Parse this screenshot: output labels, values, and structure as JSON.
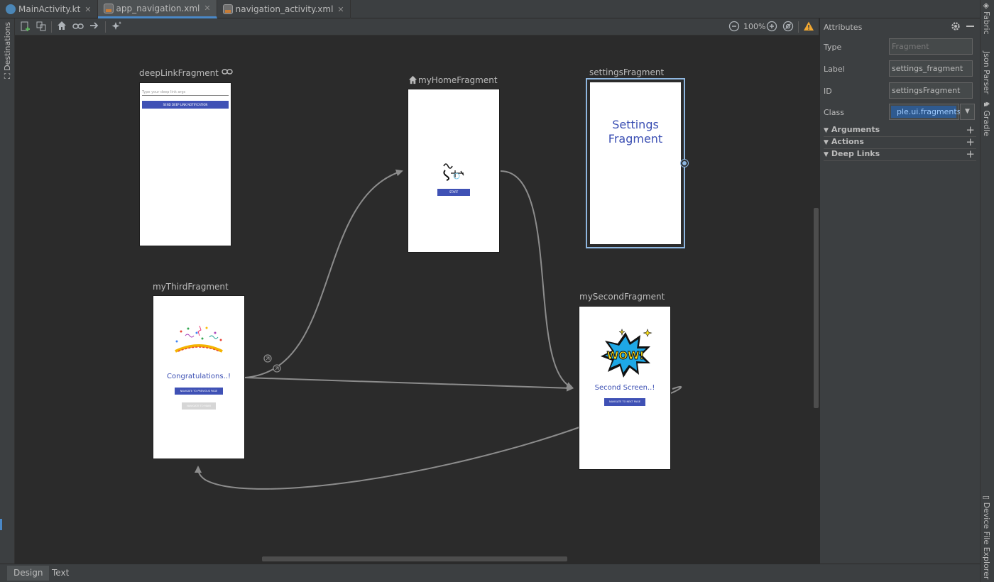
{
  "tabs": [
    {
      "label": "MainActivity.kt",
      "icon": "kotlin-file-icon"
    },
    {
      "label": "app_navigation.xml",
      "icon": "xml-file-icon",
      "active": true
    },
    {
      "label": "navigation_activity.xml",
      "icon": "xml-file-icon"
    }
  ],
  "left_strip": {
    "label": "Destinations"
  },
  "right_strip": {
    "labels": [
      "Fabric",
      "Json Parser",
      "Gradle",
      "Device File Explorer"
    ]
  },
  "toolbar": {
    "zoom": "100%"
  },
  "destinations": {
    "deeplink": {
      "label": "deepLinkFragment",
      "placeholder": "Type your deep link args",
      "button": "SEND DEEP LINK NOTIFICATION"
    },
    "home": {
      "label": "myHomeFragment",
      "button": "START"
    },
    "settings": {
      "label": "settingsFragment",
      "text": "Settings Fragment"
    },
    "third": {
      "label": "myThirdFragment",
      "text": "Congratulations..!",
      "button1": "NAVIGATE TO PREVIOUS PAGE",
      "button2": "NAVIGATE TO MAIN"
    },
    "second": {
      "label": "mySecondFragment",
      "text": "Second Screen..!",
      "button": "NAVIGATE TO NEXT PAGE",
      "wow": "WOW!"
    }
  },
  "attributes": {
    "title": "Attributes",
    "type_label": "Type",
    "type_value": "Fragment",
    "label_label": "Label",
    "label_value": "settings_fragment",
    "id_label": "ID",
    "id_value": "settingsFragment",
    "class_label": "Class",
    "class_value": "ple.ui.fragments)",
    "sections": [
      "Arguments",
      "Actions",
      "Deep Links"
    ]
  },
  "bottom_tabs": [
    {
      "label": "Design",
      "active": true
    },
    {
      "label": "Text"
    }
  ],
  "colors": {
    "accent": "#4a88c7",
    "button_blue": "#3f51b5",
    "canvas": "#2b2b2b",
    "panel": "#3c3f41",
    "warning": "#f0a732"
  }
}
